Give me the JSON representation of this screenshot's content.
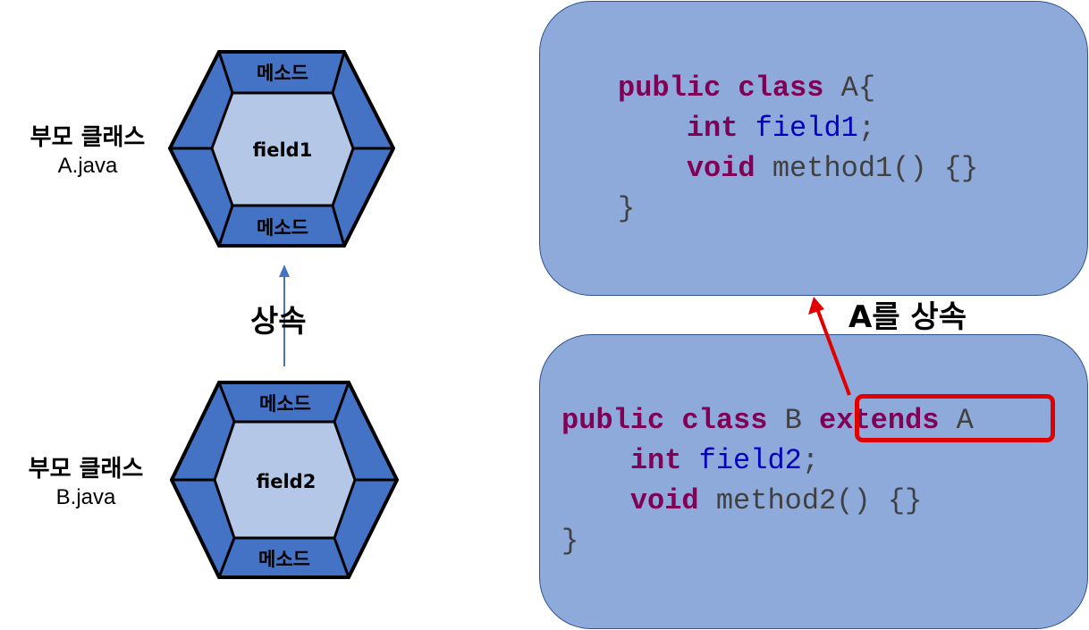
{
  "parent": {
    "role_label": "부모 클래스",
    "file": "A.java",
    "field": "field1",
    "method_top": "메소드",
    "method_bottom": "메소드"
  },
  "child": {
    "role_label": "부모 클래스",
    "file": "B.java",
    "field": "field2",
    "method_top": "메소드",
    "method_bottom": "메소드"
  },
  "inherit_label": "상속",
  "inherit_a_label": "A를 상속",
  "code_a": {
    "line1_kw": "public class",
    "line1_rest": " A{",
    "line2_kw": "int",
    "line2_field": "field1",
    "line2_end": ";",
    "line3_kw": "void",
    "line3_rest": " method1() {}",
    "line4": "}"
  },
  "code_b": {
    "line1_kw": "public class",
    "line1_mid": " B ",
    "line1_ext": "extends",
    "line1_end": " A",
    "line2_kw": "int",
    "line2_field": "field2",
    "line2_end": ";",
    "line3_kw": "void",
    "line3_rest": " method2() {}",
    "line4": "}"
  },
  "colors": {
    "hex_outer": "#4472c4",
    "hex_inner": "#b4c7e7",
    "code_box": "#8eaadb",
    "keyword": "#7f0055",
    "field": "#0000c0",
    "highlight": "#e00000",
    "arrow_blue": "#4472c4"
  }
}
